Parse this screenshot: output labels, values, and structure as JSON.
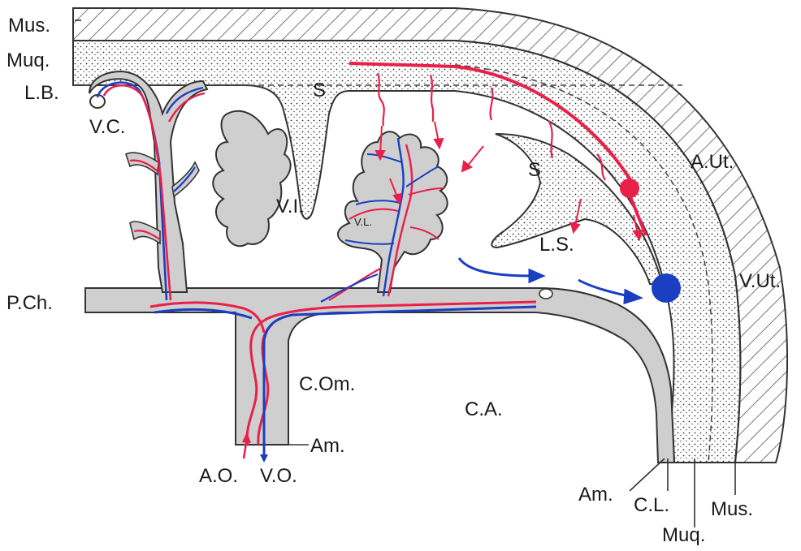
{
  "labels": {
    "mus_top": "Mus.",
    "muq_top": "Muq.",
    "lb": "L.B.",
    "vc": "V.C.",
    "s1": "S",
    "s2": "S",
    "vi": "V.I.",
    "vl": "V.L.",
    "ls": "L.S.",
    "aut": "A.Ut.",
    "vut": "V.Ut.",
    "pch": "P.Ch.",
    "com": "C.Om.",
    "ca": "C.A.",
    "am_left": "Am.",
    "ao": "A.O.",
    "vo": "V.O.",
    "am_bottom": "Am.",
    "cl": "C.L.",
    "muq_bottom": "Muq.",
    "mus_bottom": "Mus."
  },
  "colors": {
    "artery": "#e8204a",
    "vein": "#1a3fc0",
    "tissue": "#cfcfcf",
    "outline": "#333333",
    "text": "#1a1a1a"
  }
}
